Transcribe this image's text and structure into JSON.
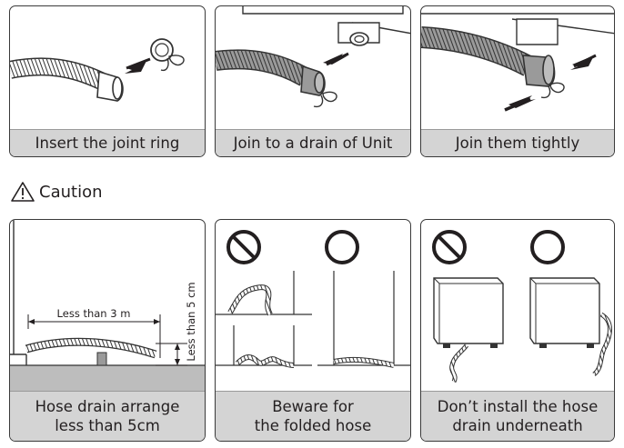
{
  "steps": [
    {
      "caption": "Insert the joint ring"
    },
    {
      "caption": "Join to a drain of Unit"
    },
    {
      "caption": "Join them tightly"
    }
  ],
  "caution": {
    "label": "Caution"
  },
  "cautions": [
    {
      "caption_line1": "Hose drain arrange",
      "caption_line2": "less than 5cm",
      "measure_length": "Less than 3 m",
      "measure_height": "Less than 5 cm"
    },
    {
      "caption_line1": "Beware for",
      "caption_line2": "the folded hose"
    },
    {
      "caption_line1": "Don’t install the hose",
      "caption_line2": "drain underneath"
    }
  ],
  "colors": {
    "caption_bg": "#d4d4d4",
    "border": "#3a3a3a",
    "hose_fill": "#9a9a9a"
  },
  "icons": [
    "warning-triangle-icon",
    "prohibited-icon",
    "allowed-circle-icon"
  ]
}
